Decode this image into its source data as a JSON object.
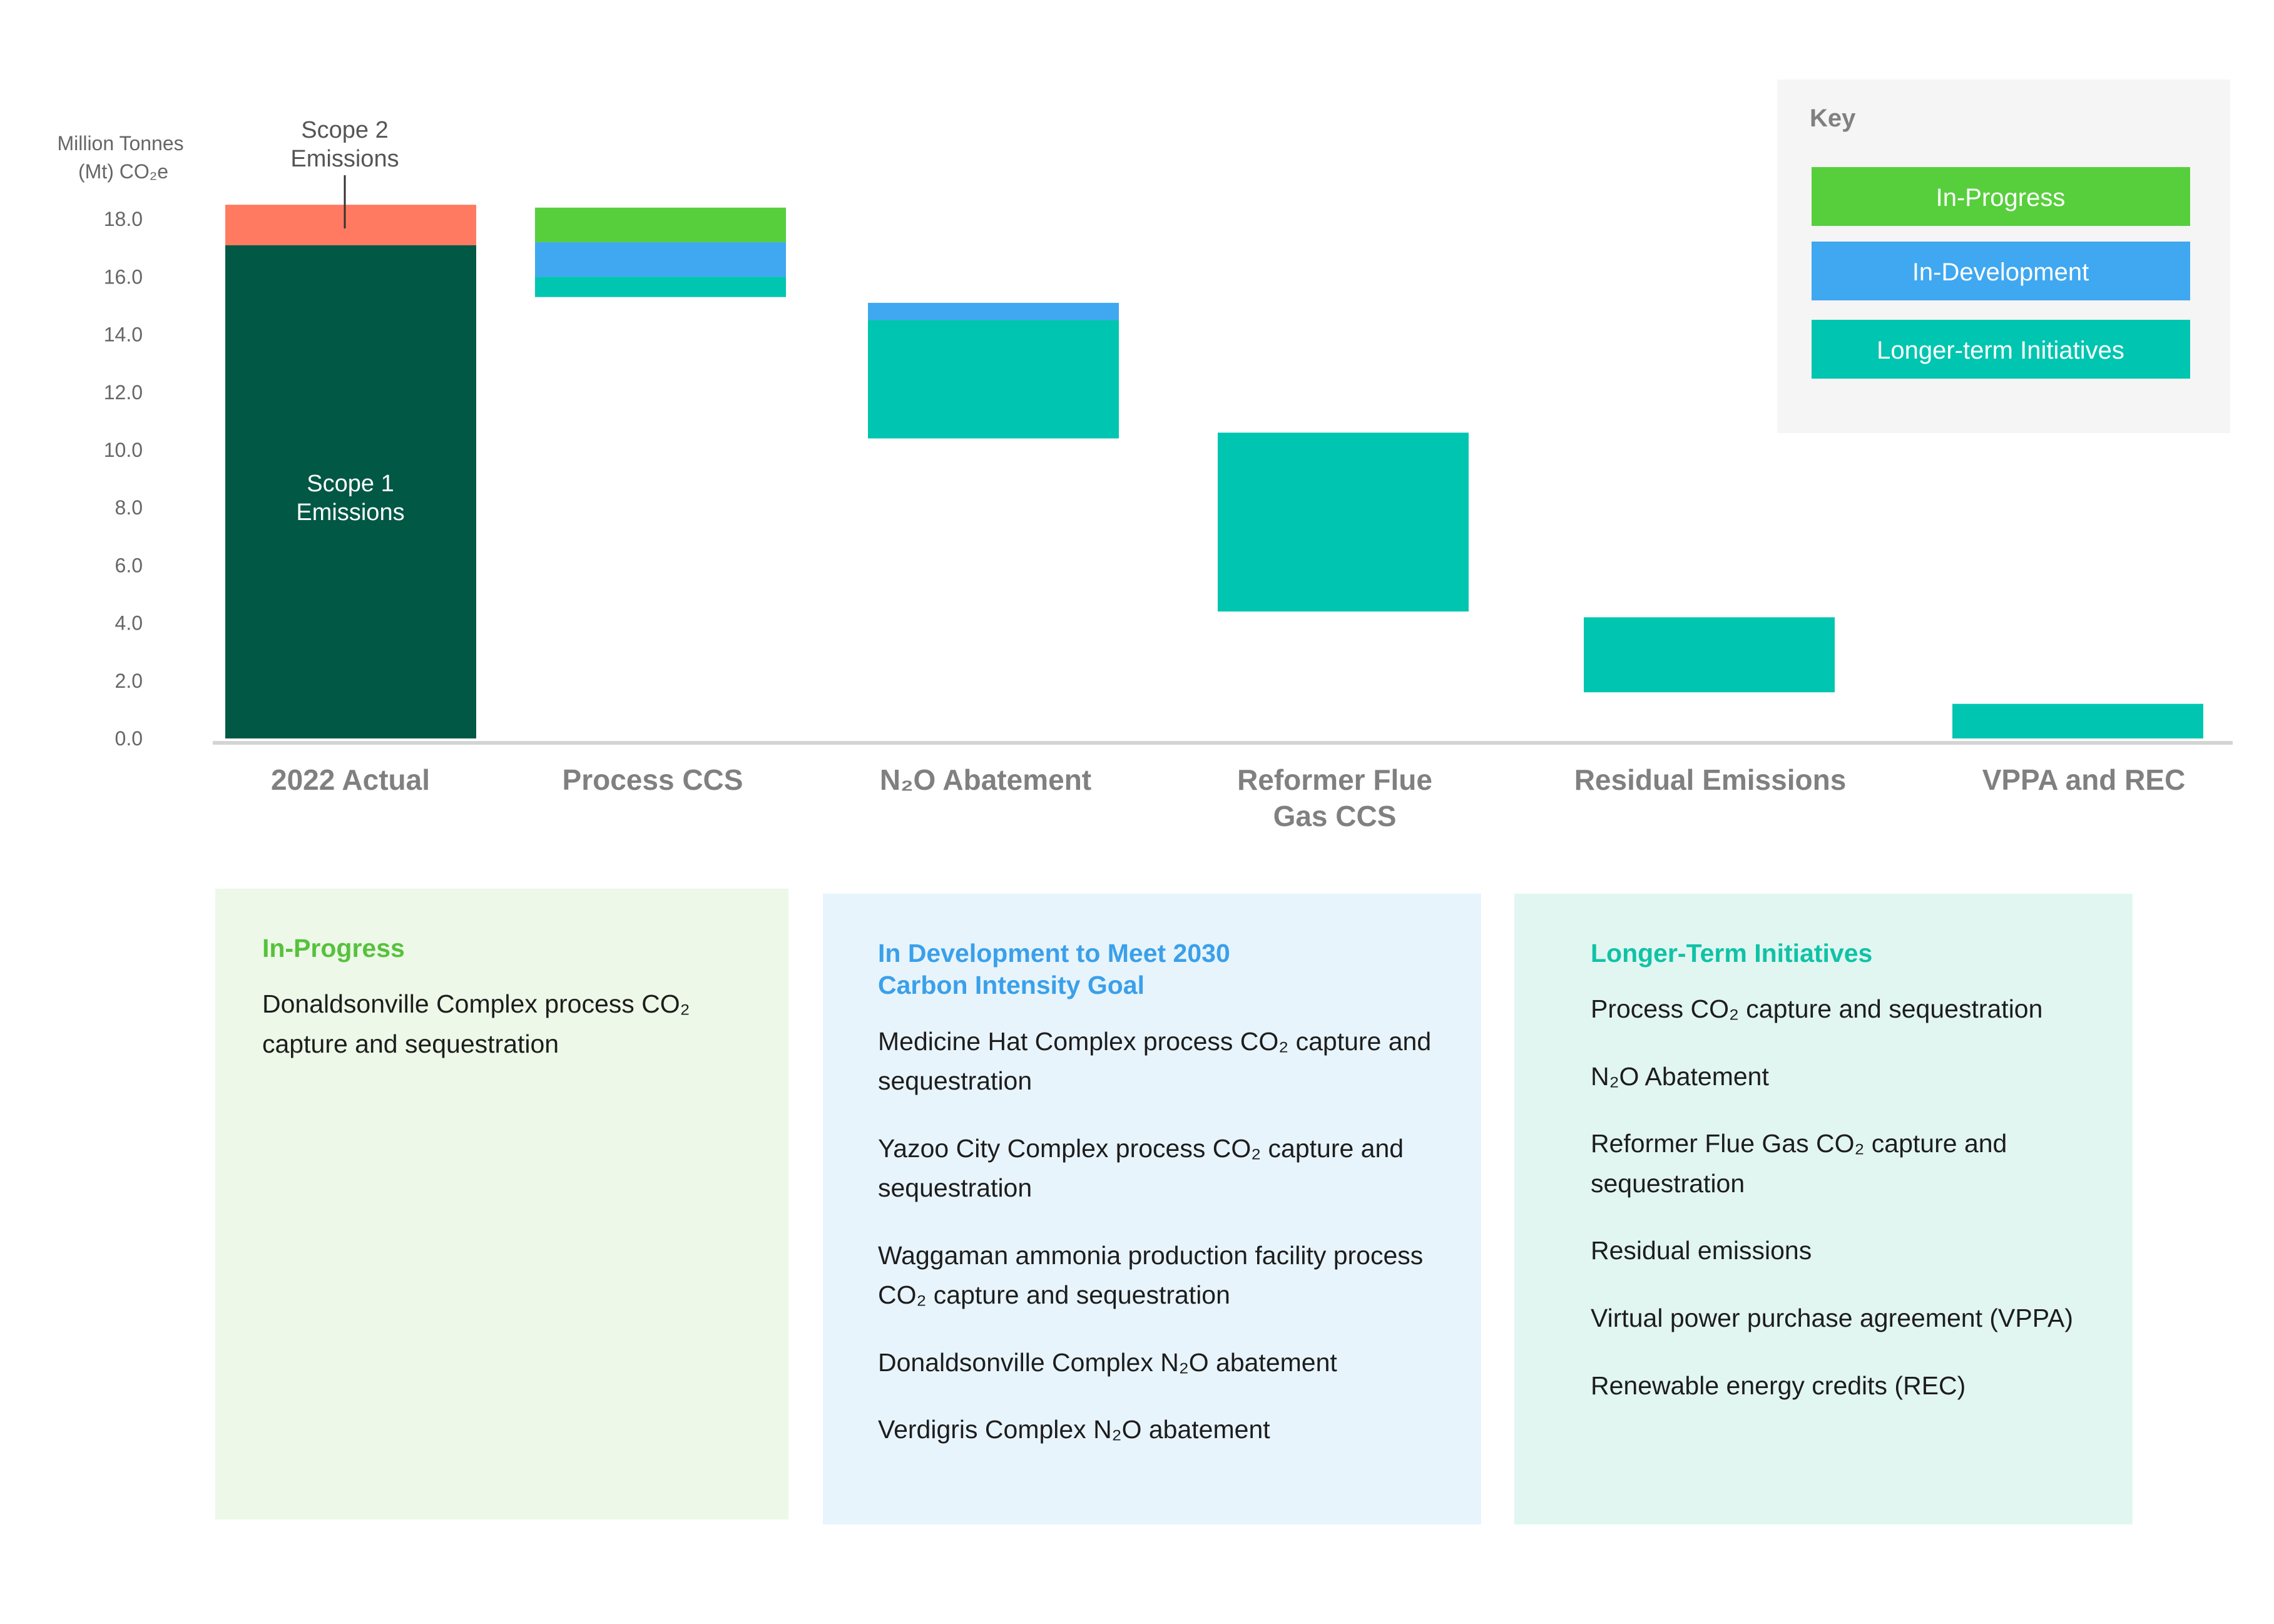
{
  "chart_data": {
    "type": "bar",
    "subtype": "waterfall",
    "ylabel": "Million Tonnes (Mt) CO₂e",
    "ylim": [
      0,
      18
    ],
    "yticks": [
      "0.0",
      "2.0",
      "4.0",
      "6.0",
      "8.0",
      "10.0",
      "12.0",
      "14.0",
      "16.0",
      "18.0"
    ],
    "grid": false,
    "categories": [
      "2022 Actual",
      "Process CCS",
      "N₂O Abatement",
      "Reformer Flue Gas CCS",
      "Residual Emissions",
      "VPPA and REC"
    ],
    "segments": [
      {
        "category": 0,
        "series": "Scope 1 Emissions",
        "low": 0.0,
        "high": 17.1,
        "color": "#015845"
      },
      {
        "category": 0,
        "series": "Scope 2 Emissions",
        "low": 17.1,
        "high": 18.5,
        "color": "#ff7a61"
      },
      {
        "category": 1,
        "series": "In-Progress",
        "low": 17.2,
        "high": 18.4,
        "color": "#57cf3c"
      },
      {
        "category": 1,
        "series": "In-Development",
        "low": 16.0,
        "high": 17.2,
        "color": "#3fa8f0"
      },
      {
        "category": 1,
        "series": "Longer-term Initiatives",
        "low": 15.3,
        "high": 16.0,
        "color": "#00c5b0"
      },
      {
        "category": 2,
        "series": "In-Development",
        "low": 14.5,
        "high": 15.1,
        "color": "#3fa8f0"
      },
      {
        "category": 2,
        "series": "Longer-term Initiatives",
        "low": 10.4,
        "high": 14.5,
        "color": "#00c5b0"
      },
      {
        "category": 3,
        "series": "Longer-term Initiatives",
        "low": 4.4,
        "high": 10.6,
        "color": "#00c5b0"
      },
      {
        "category": 4,
        "series": "Longer-term Initiatives",
        "low": 1.6,
        "high": 4.2,
        "color": "#00c5b0"
      },
      {
        "category": 5,
        "series": "Longer-term Initiatives",
        "low": 0.0,
        "high": 1.2,
        "color": "#00c5b0"
      }
    ],
    "annotations": {
      "scope1": "Scope 1\nEmissions",
      "scope2": "Scope 2\nEmissions"
    },
    "legend": {
      "position": "top-right",
      "title": "Key",
      "entries": [
        {
          "label": "In-Progress",
          "color": "#57cf3c"
        },
        {
          "label": "In-Development",
          "color": "#3fa8f0"
        },
        {
          "label": "Longer-term Initiatives",
          "color": "#00c5b0"
        }
      ]
    }
  },
  "panels": {
    "progress": {
      "title": "In-Progress",
      "items": [
        "Donaldsonville Complex process CO₂ capture and sequestration"
      ]
    },
    "development": {
      "title": "In Development to Meet 2030 Carbon Intensity Goal",
      "items": [
        "Medicine Hat Complex process CO₂ capture and sequestration",
        "Yazoo City Complex process CO₂ capture and sequestration",
        "Waggaman ammonia production facility process CO₂ capture and sequestration",
        "Donaldsonville Complex N₂O abatement",
        "Verdigris Complex N₂O abatement"
      ]
    },
    "longterm": {
      "title": "Longer-Term Initiatives",
      "items": [
        "Process CO₂ capture and sequestration",
        "N₂O Abatement",
        "Reformer Flue Gas CO₂ capture and sequestration",
        "Residual emissions",
        "Virtual power purchase agreement (VPPA)",
        "Renewable energy credits (REC)"
      ]
    }
  }
}
